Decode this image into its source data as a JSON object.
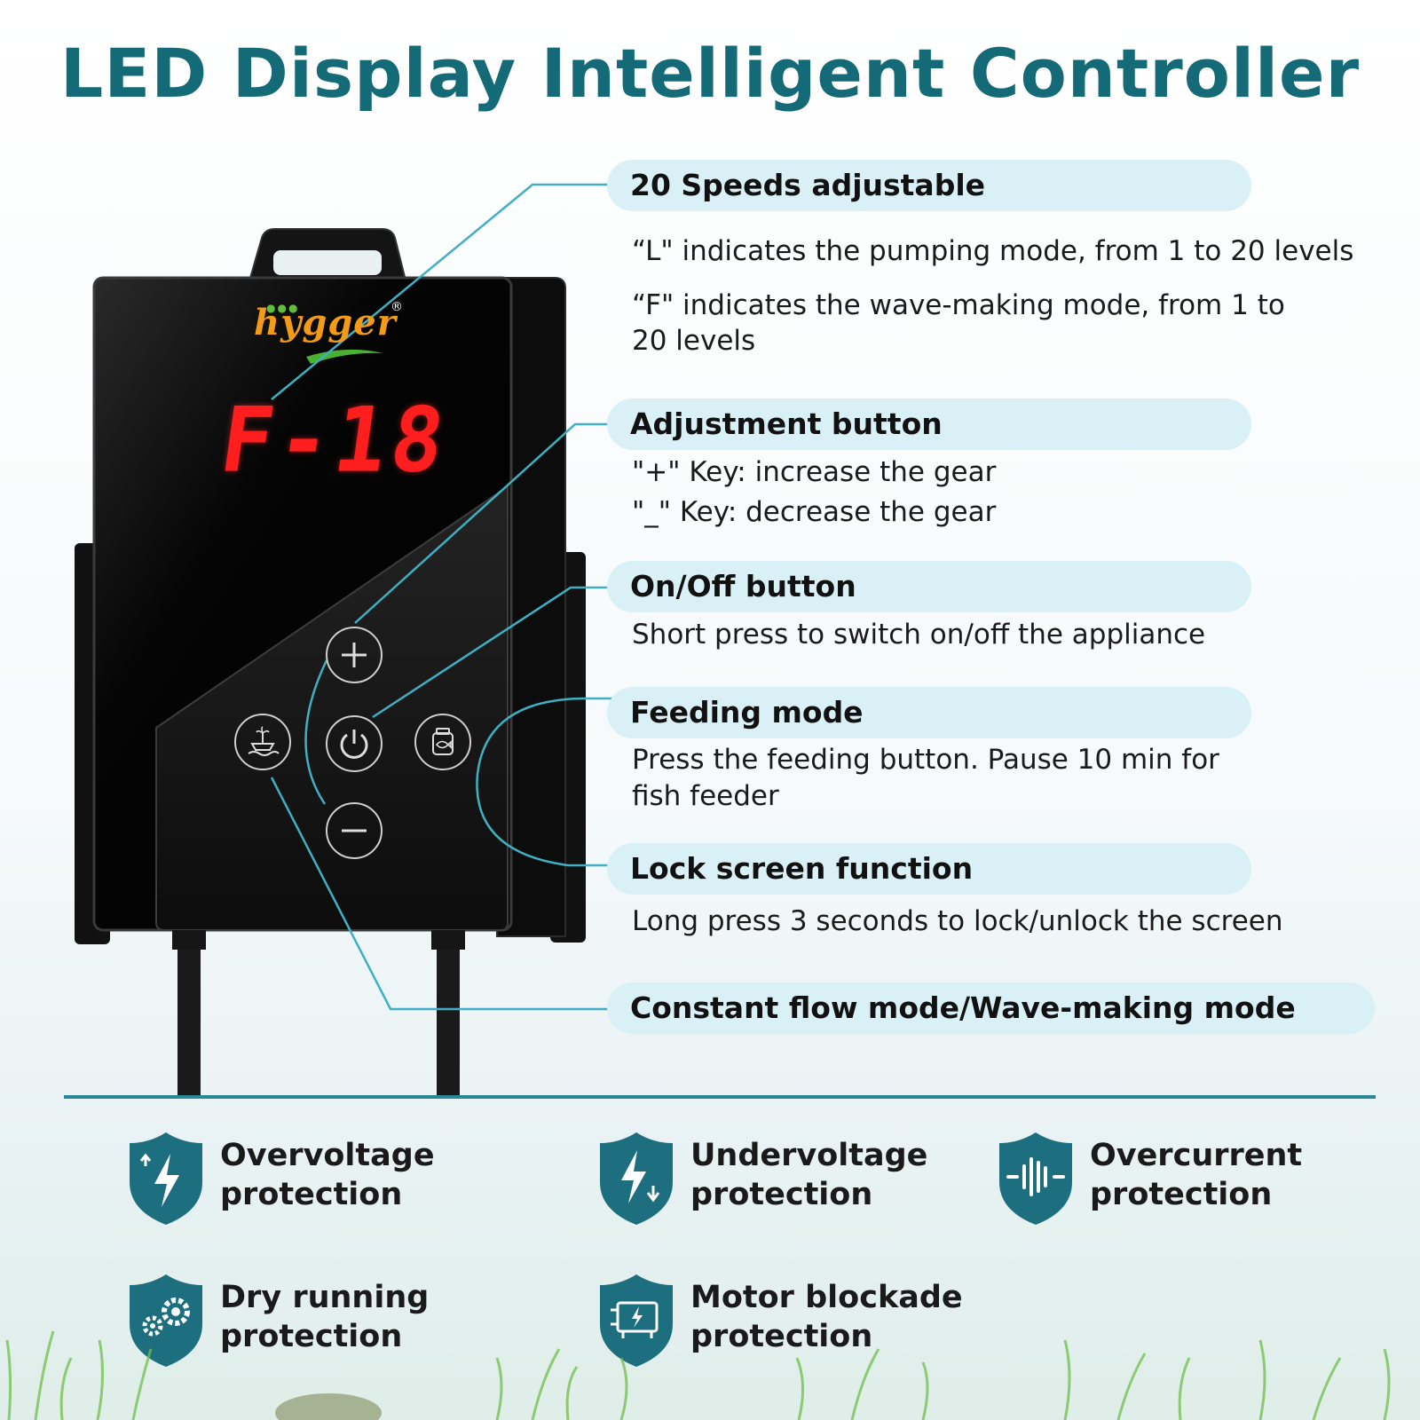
{
  "title": "LED Display Intelligent Controller",
  "device": {
    "brand": "hygger",
    "registered_mark": "®",
    "display_value": "F-18",
    "buttons": {
      "plus": "plus-icon",
      "minus": "minus-icon",
      "power": "power-icon",
      "mode": "wave-mode-icon",
      "feed": "fish-feeder-icon"
    }
  },
  "features": [
    {
      "label": "20 Speeds adjustable",
      "lines": [
        "“L\" indicates the pumping mode, from 1 to 20 levels",
        "“F\" indicates the wave-making mode, from 1 to",
        " 20 levels"
      ]
    },
    {
      "label": "Adjustment button",
      "lines": [
        "\"+\" Key: increase the gear",
        "\"_\" Key: decrease the gear"
      ]
    },
    {
      "label": "On/Off button",
      "lines": [
        "Short press to switch on/off the appliance"
      ]
    },
    {
      "label": "Feeding mode",
      "lines": [
        "Press the feeding button. Pause 10 min for",
        "fish feeder"
      ]
    },
    {
      "label": "Lock screen function",
      "lines": [
        "Long press 3 seconds to lock/unlock the screen"
      ]
    },
    {
      "label": "Constant flow mode/Wave-making mode",
      "lines": []
    }
  ],
  "protections": [
    {
      "line1": "Overvoltage",
      "line2": "protection",
      "icon": "bolt-up-icon"
    },
    {
      "line1": "Undervoltage",
      "line2": "protection",
      "icon": "bolt-down-icon"
    },
    {
      "line1": "Overcurrent",
      "line2": "protection",
      "icon": "current-wave-icon"
    },
    {
      "line1": "Dry running",
      "line2": "protection",
      "icon": "gears-icon"
    },
    {
      "line1": "Motor blockade",
      "line2": "protection",
      "icon": "motor-icon"
    }
  ],
  "colors": {
    "title": "#156a78",
    "pill": "#d9f1f6",
    "accent": "#2a8798",
    "led": "#ff1e1e",
    "brand": "#f39a16",
    "shield": "#1d6f80"
  }
}
